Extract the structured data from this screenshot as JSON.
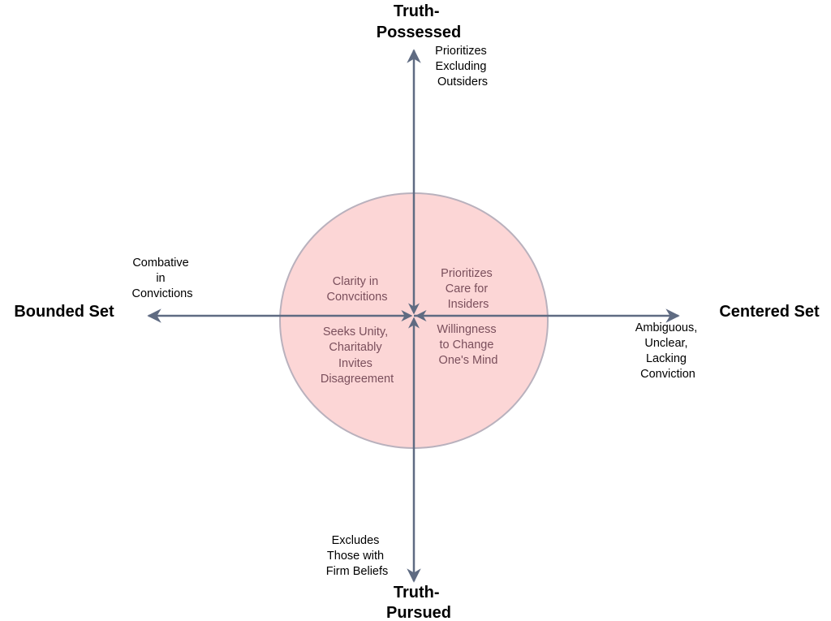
{
  "colors": {
    "axis": "#5f6b82",
    "circle_fill": "#fcd6d6",
    "circle_stroke": "#b9b1bd",
    "quadrant_text": "#7a4f5c"
  },
  "axes": {
    "top": {
      "title_lines": [
        "Truth-",
        "Possessed"
      ],
      "note_lines": [
        "Prioritizes",
        "Excluding",
        "Outsiders"
      ]
    },
    "bottom": {
      "title_lines": [
        "Truth-",
        "Pursued"
      ],
      "note_lines": [
        "Excludes",
        "Those with",
        "Firm Beliefs"
      ]
    },
    "left": {
      "title": "Bounded Set",
      "note_lines": [
        "Combative",
        "in",
        "Convictions"
      ]
    },
    "right": {
      "title": "Centered Set",
      "note_lines": [
        "Ambiguous,",
        "Unclear,",
        "Lacking",
        "Conviction"
      ]
    }
  },
  "quadrants": {
    "top_left": [
      "Clarity in",
      "Convcitions"
    ],
    "top_right": [
      "Prioritizes",
      "Care for",
      "Insiders"
    ],
    "bottom_left": [
      "Seeks Unity,",
      "Charitably",
      "Invites",
      "Disagreement"
    ],
    "bottom_right": [
      "Willingness",
      "to Change",
      "One's Mind"
    ]
  }
}
